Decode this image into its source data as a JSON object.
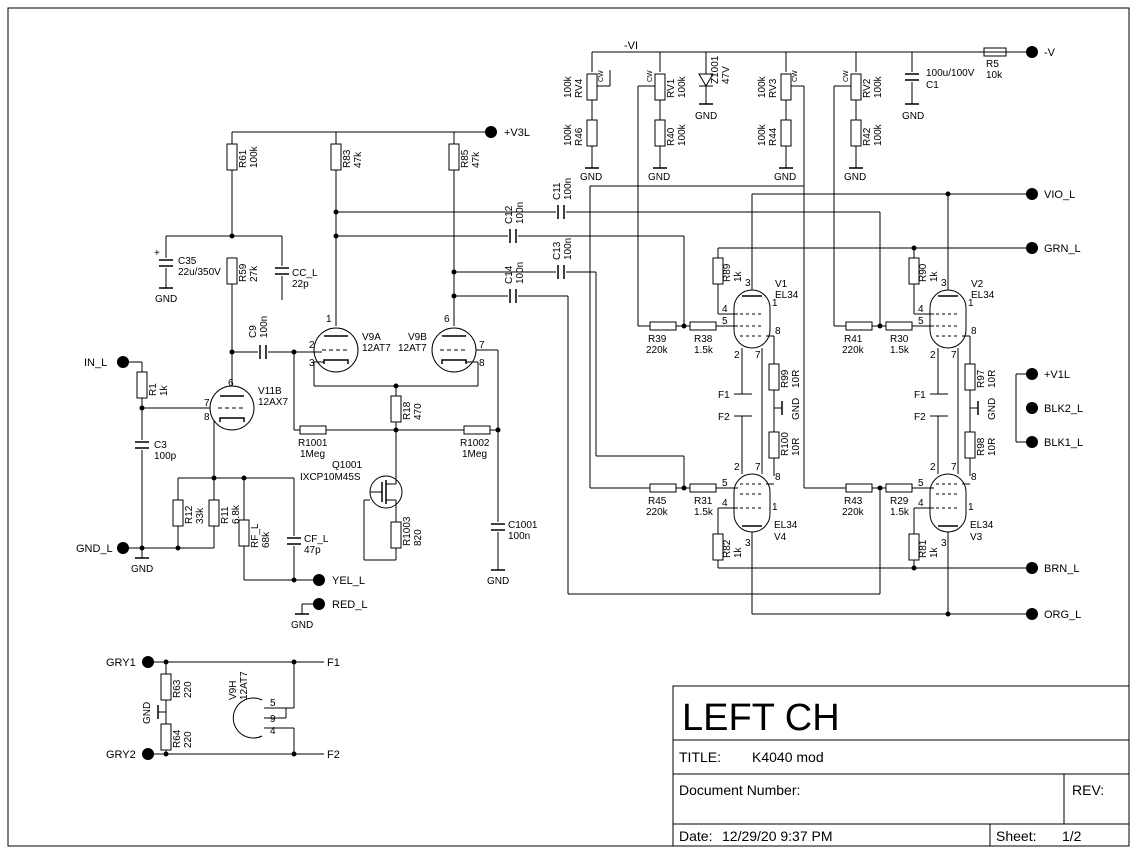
{
  "title_block": {
    "heading": "LEFT CH",
    "title_label": "TITLE:",
    "title_value": "K4040 mod",
    "docnum_label": "Document Number:",
    "rev_label": "REV:",
    "date_label": "Date:",
    "date_value": "12/29/20 9:37 PM",
    "sheet_label": "Sheet:",
    "sheet_value": "1/2"
  },
  "nets": {
    "neg_v": "-V",
    "neg_vi": "-VI",
    "v3l": "+V3L",
    "v1l": "+V1L",
    "vio": "VIO_L",
    "grn": "GRN_L",
    "brn": "BRN_L",
    "org": "ORG_L",
    "blk2": "BLK2_L",
    "blk1": "BLK1_L",
    "in": "IN_L",
    "gnd_l": "GND_L",
    "yel": "YEL_L",
    "red": "RED_L",
    "gry1": "GRY1",
    "gry2": "GRY2",
    "f1": "F1",
    "f2": "F2",
    "gnd": "GND"
  },
  "components": {
    "r5": [
      "R5",
      "10k"
    ],
    "c1": [
      "C1",
      "100u/100V"
    ],
    "z1001": [
      "Z1001",
      "47V"
    ],
    "rv4": [
      "RV4",
      "100k"
    ],
    "rv1": [
      "RV1",
      "100k"
    ],
    "rv3": [
      "RV3",
      "100k"
    ],
    "rv2": [
      "RV2",
      "100k"
    ],
    "r46": [
      "R46",
      "100k"
    ],
    "r40": [
      "R40",
      "100k"
    ],
    "r44": [
      "R44",
      "100k"
    ],
    "r42": [
      "R42",
      "100k"
    ],
    "r61": [
      "R61",
      "100k"
    ],
    "r83": [
      "R83",
      "47k"
    ],
    "r85": [
      "R85",
      "47k"
    ],
    "c35": [
      "C35",
      "22u/350V"
    ],
    "r59": [
      "R59",
      "27k"
    ],
    "cc": [
      "CC_L",
      "22p"
    ],
    "c11": [
      "C11",
      "100n"
    ],
    "c12": [
      "C12",
      "100n"
    ],
    "c13": [
      "C13",
      "100n"
    ],
    "c14": [
      "C14",
      "100n"
    ],
    "c9": [
      "C9",
      "100n"
    ],
    "v9a": [
      "V9A",
      "12AT7"
    ],
    "v9b": [
      "V9B",
      "12AT7"
    ],
    "v11b": [
      "V11B",
      "12AX7"
    ],
    "r1": [
      "R1",
      "1k"
    ],
    "c3": [
      "C3",
      "100p"
    ],
    "r18": [
      "R18",
      "470"
    ],
    "r1001": [
      "R1001",
      "1Meg"
    ],
    "r1002": [
      "R1002",
      "1Meg"
    ],
    "q1001": [
      "Q1001",
      "IXCP10M45S"
    ],
    "r1003": [
      "R1003",
      "820"
    ],
    "c1001": [
      "C1001",
      "100n"
    ],
    "r12": [
      "R12",
      "33k"
    ],
    "r11": [
      "R11",
      "6.8k"
    ],
    "rf": [
      "RF_L",
      "68k"
    ],
    "cf": [
      "CF_L",
      "47p"
    ],
    "r89": [
      "R89",
      "1k"
    ],
    "r90": [
      "R90",
      "1k"
    ],
    "v1": [
      "V1",
      "EL34"
    ],
    "v2": [
      "V2",
      "EL34"
    ],
    "v4": [
      "V4",
      "EL34"
    ],
    "v3": [
      "V3",
      "EL34"
    ],
    "r39": [
      "R39",
      "220k"
    ],
    "r38": [
      "R38",
      "1.5k"
    ],
    "r41": [
      "R41",
      "220k"
    ],
    "r30": [
      "R30",
      "1.5k"
    ],
    "r99": [
      "R99",
      "10R"
    ],
    "r97": [
      "R97",
      "10R"
    ],
    "r100": [
      "R100",
      "10R"
    ],
    "r98": [
      "R98",
      "10R"
    ],
    "r45": [
      "R45",
      "220k"
    ],
    "r31": [
      "R31",
      "1.5k"
    ],
    "r43": [
      "R43",
      "220k"
    ],
    "r29": [
      "R29",
      "1.5k"
    ],
    "r82": [
      "R82",
      "1k"
    ],
    "r81": [
      "R81",
      "1k"
    ],
    "r63": [
      "R63",
      "220"
    ],
    "r64": [
      "R64",
      "220"
    ],
    "v9h": [
      "V9H",
      "12AT7"
    ]
  },
  "pins": {
    "p1": "1",
    "p2": "2",
    "p3": "3",
    "p4": "4",
    "p5": "5",
    "p6": "6",
    "p7": "7",
    "p8": "8",
    "p9": "9",
    "cw": "CW"
  }
}
